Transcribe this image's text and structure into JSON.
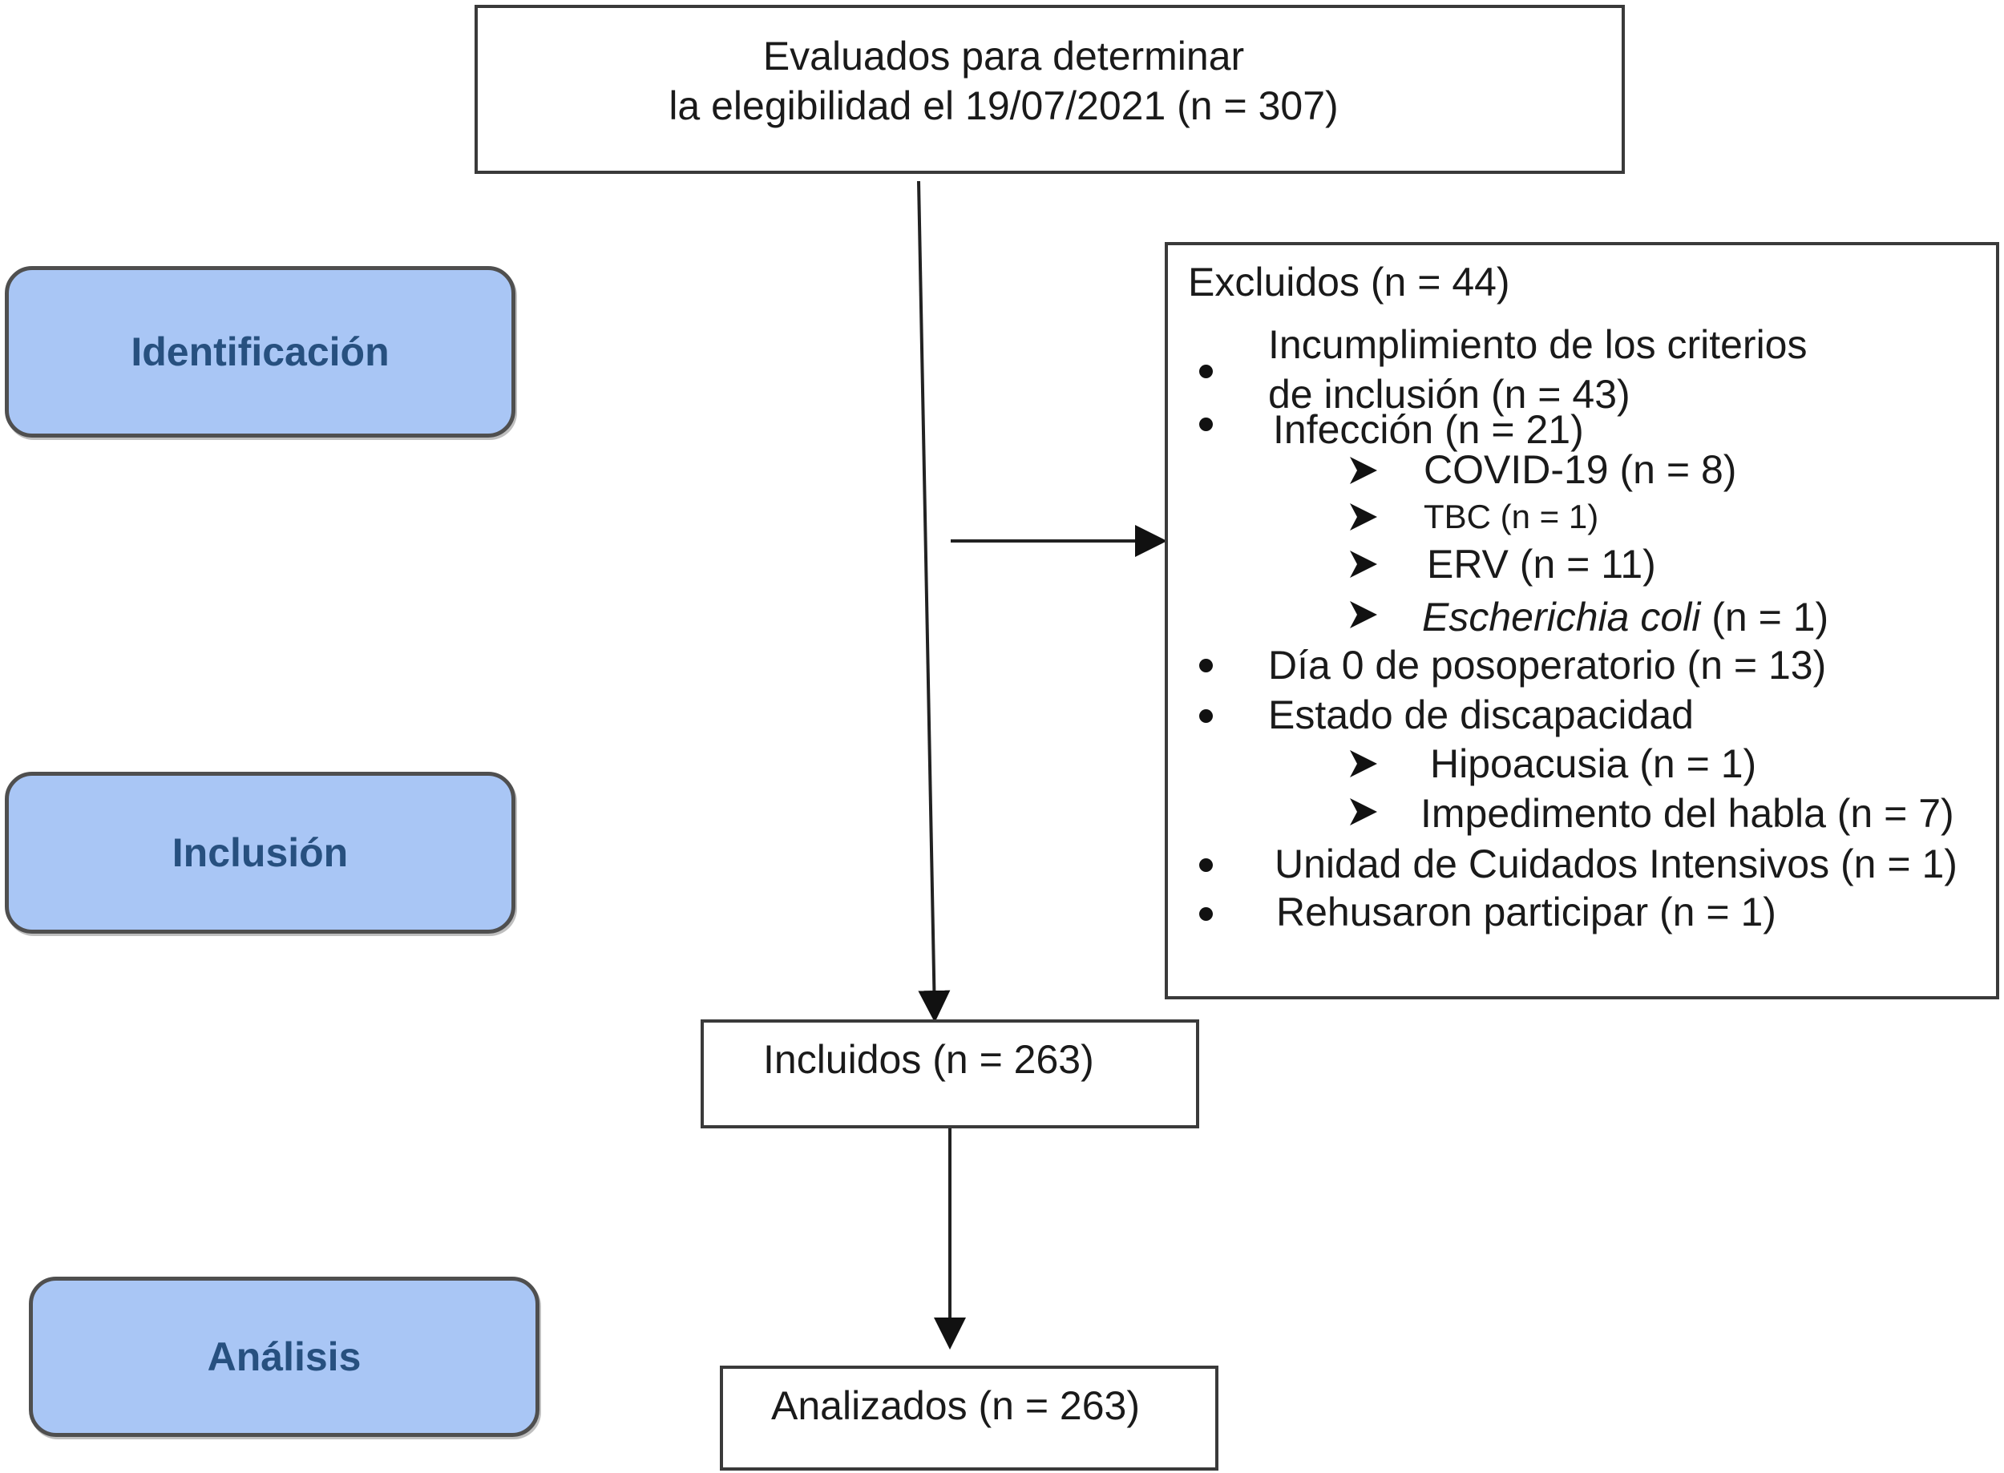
{
  "stages": {
    "identification": "Identificación",
    "inclusion": "Inclusión",
    "analysis": "Análisis"
  },
  "assessed": {
    "line1": "Evaluados para determinar",
    "line2": "la elegibilidad el 19/07/2021 (n = 307)"
  },
  "excluded": {
    "title": "Excluidos (n = 44)",
    "criteria_line1": "Incumplimiento de los criterios",
    "criteria_line2": "de inclusión (n = 43)",
    "infection": "Infección (n = 21)",
    "covid": "COVID-19 (n = 8)",
    "tbc": "TBC (n = 1)",
    "erv": "ERV (n = 11)",
    "ecoli_name": "Escherichia coli",
    "ecoli_count": " (n = 1)",
    "postop": "Día 0 de posoperatorio (n = 13)",
    "disability": "Estado de discapacidad",
    "hearing": "Hipoacusia (n = 1)",
    "speech": "Impedimento del habla (n = 7)",
    "icu": "Unidad de Cuidados Intensivos (n = 1)",
    "refused": "Rehusaron participar (n = 1)"
  },
  "included": "Incluidos (n = 263)",
  "analyzed": "Analizados (n = 263)",
  "colors": {
    "stage_fill": "#a9c6f5",
    "stage_text": "#27507f",
    "stage_border": "#4f4f4f",
    "box_border": "#3a3a3a"
  }
}
